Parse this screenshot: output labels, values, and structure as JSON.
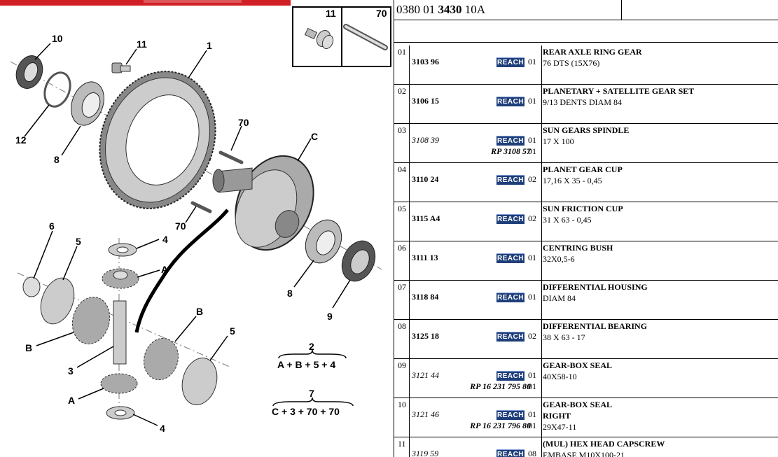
{
  "diagram": {
    "callouts": {
      "c10": "10",
      "c11": "11",
      "c1": "1",
      "c12": "12",
      "c8a": "8",
      "c70a": "70",
      "cC": "C",
      "c70b": "70",
      "c6": "6",
      "c5a": "5",
      "c4a": "4",
      "cAa": "A",
      "c8b": "8",
      "c9": "9",
      "cBa": "B",
      "cB2": "B",
      "c3": "3",
      "c5b": "5",
      "cAb": "A",
      "c4b": "4"
    },
    "inset": {
      "label_11": "11",
      "label_70": "70"
    },
    "kit_2": {
      "number": "2",
      "formula": "A + B + 5 + 4"
    },
    "kit_7": {
      "number": "7",
      "formula": "C + 3 + 70 + 70"
    }
  },
  "header": {
    "ref_prefix": "0380 01",
    "ref_bold": "3430",
    "ref_suffix": "10A"
  },
  "parts": [
    {
      "index": "01",
      "lines": [
        {
          "ref": "3103 96",
          "italic": false,
          "reach": "REACH",
          "qty": "01"
        }
      ],
      "title": "REAR AXLE RING GEAR",
      "details": [
        "76 DTS (15X76)"
      ]
    },
    {
      "index": "02",
      "lines": [
        {
          "ref": "3106 15",
          "italic": false,
          "reach": "REACH",
          "qty": "01"
        }
      ],
      "title": "PLANETARY + SATELLITE GEAR SET",
      "details": [
        "9/13 DENTS DIAM 84"
      ]
    },
    {
      "index": "03",
      "lines": [
        {
          "ref": "3108 39",
          "italic": true,
          "reach": "REACH",
          "qty": "01"
        },
        {
          "rp": "RP 3108 57",
          "qty": "01"
        }
      ],
      "title": "SUN GEARS SPINDLE",
      "details": [
        "17 X 100"
      ]
    },
    {
      "index": "04",
      "lines": [
        {
          "ref": "3110 24",
          "italic": false,
          "reach": "REACH",
          "qty": "02"
        }
      ],
      "title": "PLANET GEAR CUP",
      "details": [
        "17,16 X 35 - 0,45"
      ]
    },
    {
      "index": "05",
      "lines": [
        {
          "ref": "3115 A4",
          "italic": false,
          "reach": "REACH",
          "qty": "02"
        }
      ],
      "title": "SUN FRICTION CUP",
      "details": [
        "31 X 63 - 0,45"
      ]
    },
    {
      "index": "06",
      "lines": [
        {
          "ref": "3111 13",
          "italic": false,
          "reach": "REACH",
          "qty": "01"
        }
      ],
      "title": "CENTRING BUSH",
      "details": [
        "32X0,5-6"
      ]
    },
    {
      "index": "07",
      "lines": [
        {
          "ref": "3118 84",
          "italic": false,
          "reach": "REACH",
          "qty": "01"
        }
      ],
      "title": "DIFFERENTIAL HOUSING",
      "details": [
        "DIAM 84"
      ]
    },
    {
      "index": "08",
      "lines": [
        {
          "ref": "3125 18",
          "italic": false,
          "reach": "REACH",
          "qty": "02"
        }
      ],
      "title": "DIFFERENTIAL BEARING",
      "details": [
        "38 X 63 - 17"
      ]
    },
    {
      "index": "09",
      "lines": [
        {
          "ref": "3121 44",
          "italic": true,
          "reach": "REACH",
          "qty": "01"
        },
        {
          "rp": "RP 16 231 795 80",
          "qty": "01"
        }
      ],
      "title": "GEAR-BOX SEAL",
      "details": [
        "40X58-10"
      ]
    },
    {
      "index": "10",
      "lines": [
        {
          "ref": "3121 46",
          "italic": true,
          "reach": "REACH",
          "qty": "01"
        },
        {
          "rp": "RP 16 231 796 80",
          "qty": "01"
        }
      ],
      "title": "GEAR-BOX SEAL",
      "details": [
        "RIGHT",
        "29X47-11"
      ],
      "bold_details": [
        true,
        false
      ]
    },
    {
      "index": "11",
      "lines": [
        {
          "ref": "3119 59",
          "italic": true,
          "reach": "REACH",
          "qty": "08"
        }
      ],
      "title": "(MUL) HEX HEAD CAPSCREW",
      "details": [
        "EMBASE M10X100-21"
      ]
    }
  ]
}
